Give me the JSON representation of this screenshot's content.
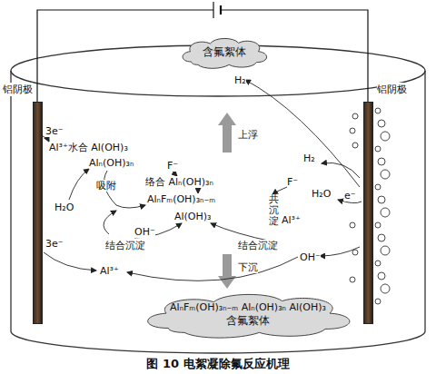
{
  "diagram": {
    "caption": "图 10   电絮凝除氟反应机理",
    "nodes": [
      {
        "text": [
          "含氟絮体"
        ]
      },
      {
        "text": [
          "AlₙFₘ(OH)₃ₙ₋ₘ Alₙ(OH)₃ₙ Al(OH)₃",
          "含氟絮体"
        ]
      },
      {
        "text": [
          "铝阴极"
        ]
      },
      {
        "text": [
          "铝阴极"
        ]
      }
    ],
    "labels": [
      "3e⁻",
      "Al³⁺水合 Al(OH)₃",
      "Alₙ(OH)₃ₙ",
      "F⁻",
      "H₂O",
      "吸附",
      "络合 Alₙ(OH)₃ₙ",
      "AlₙFₘ(OH)₃ₙ₋ₘ",
      "Al(OH)₃",
      "OH⁻",
      "结合沉淀",
      "3e⁻",
      "Al³⁺",
      "上浮",
      "结合沉淀",
      "下沉",
      "OH⁻",
      "H₂",
      "F⁻",
      "H₂O",
      "e⁻",
      "共沉淀",
      "Al³⁺",
      "H₂"
    ]
  }
}
